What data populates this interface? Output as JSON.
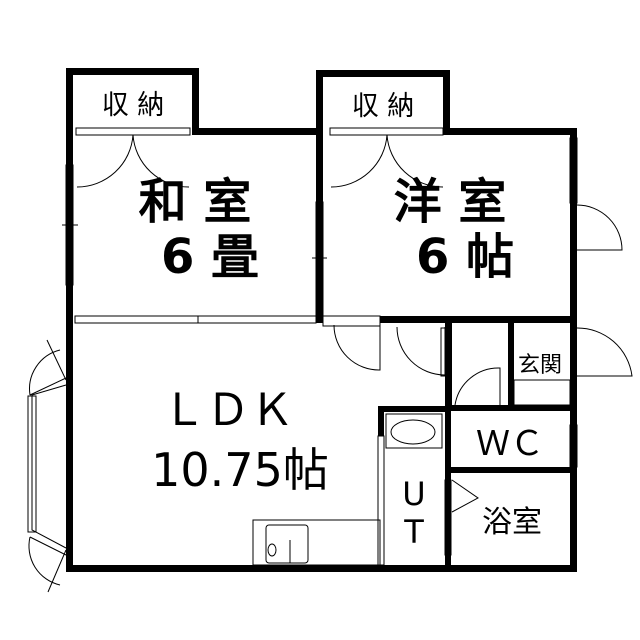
{
  "plan": {
    "storage_left": "収 納",
    "storage_right": "収 納",
    "washitsu": {
      "name": "和 室",
      "size": "6 畳"
    },
    "youshitsu": {
      "name": "洋 室",
      "size": "6 帖"
    },
    "ldk": {
      "name": "ＬＤＫ",
      "size": "10.75帖"
    },
    "genkan": "玄関",
    "wc": "ＷＣ",
    "ut_1": "U",
    "ut_2": "T",
    "bath": "浴室"
  },
  "colors": {
    "wall": "#000000",
    "background": "#ffffff"
  }
}
